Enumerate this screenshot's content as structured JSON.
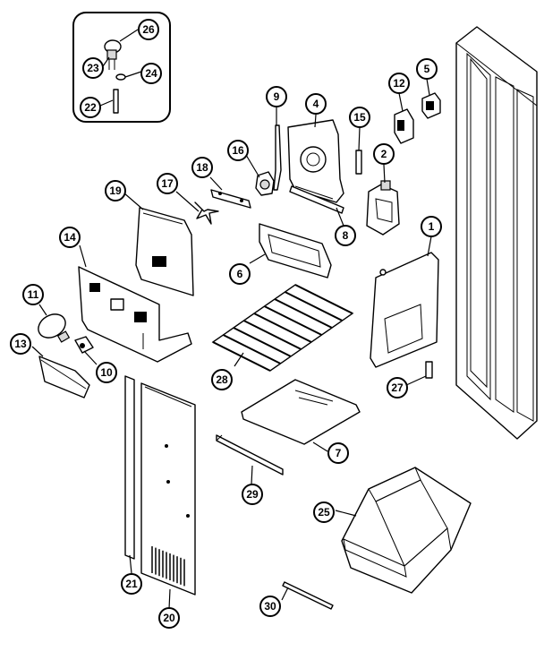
{
  "callouts": [
    {
      "label": "26"
    },
    {
      "label": "23"
    },
    {
      "label": "24"
    },
    {
      "label": "22"
    },
    {
      "label": "9"
    },
    {
      "label": "4"
    },
    {
      "label": "15"
    },
    {
      "label": "12"
    },
    {
      "label": "5"
    },
    {
      "label": "16"
    },
    {
      "label": "18"
    },
    {
      "label": "17"
    },
    {
      "label": "19"
    },
    {
      "label": "2"
    },
    {
      "label": "8"
    },
    {
      "label": "1"
    },
    {
      "label": "6"
    },
    {
      "label": "14"
    },
    {
      "label": "11"
    },
    {
      "label": "13"
    },
    {
      "label": "10"
    },
    {
      "label": "28"
    },
    {
      "label": "27"
    },
    {
      "label": "7"
    },
    {
      "label": "29"
    },
    {
      "label": "25"
    },
    {
      "label": "21"
    },
    {
      "label": "20"
    },
    {
      "label": "30"
    }
  ]
}
